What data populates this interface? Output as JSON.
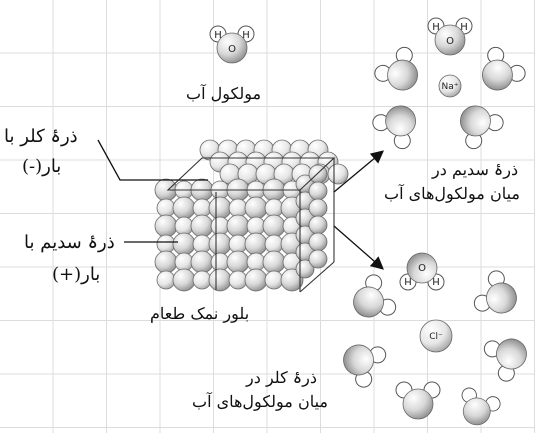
{
  "labels": {
    "water_molecule": "مولکول آب",
    "chlorine_charge_line1": "ذرۂ کلر با",
    "chlorine_charge_line2": "بار(-)",
    "sodium_charge_line1": "ذرۂ سدیم با",
    "sodium_charge_line2": "بار(+)",
    "salt_crystal": "بلور نمک طعام",
    "sodium_in_water_line1": "ذرۂ سدیم در",
    "sodium_in_water_line2": "میان مولکول‌های آب",
    "chlorine_in_water_line1": "ذرۂ کلر در",
    "chlorine_in_water_line2": "میان مولکول‌های آب"
  },
  "atoms": {
    "hydrogen": "H",
    "oxygen": "O",
    "sodium_ion": "Na⁺",
    "chloride_ion": "Cl⁻"
  },
  "colors": {
    "grid": "#dcdcdc",
    "sphere_light": "#ffffff",
    "sphere_dark": "#9a9a9a",
    "outline": "#555555"
  }
}
